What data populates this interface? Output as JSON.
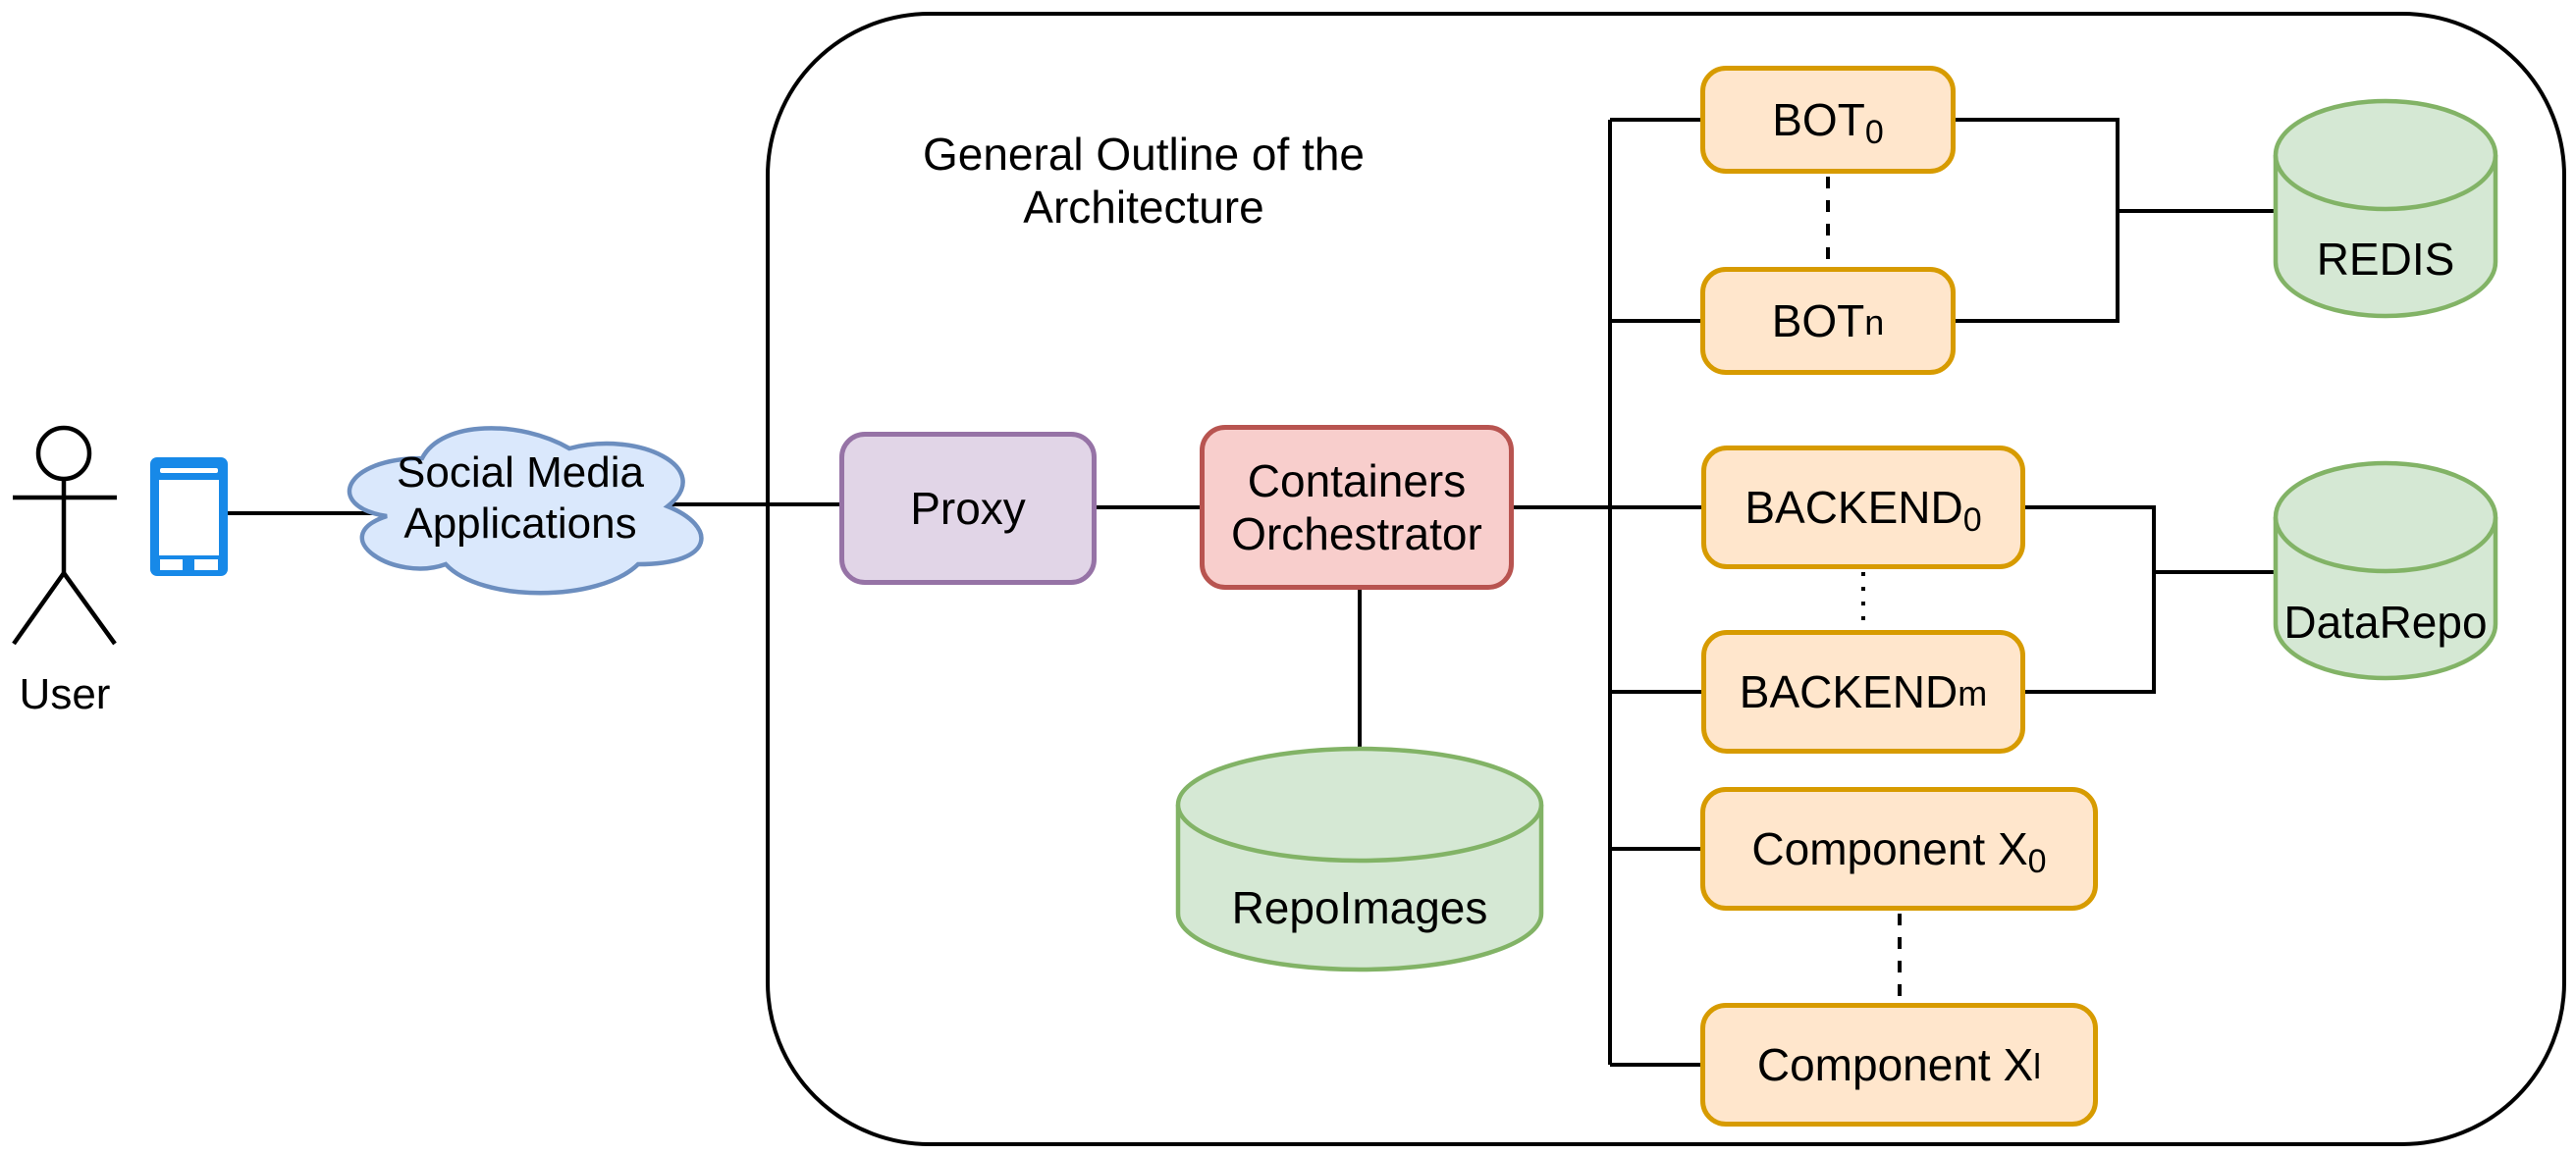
{
  "diagram": {
    "title": {
      "line1": "General Outline of the",
      "line2": "Architecture"
    },
    "user": {
      "label": "User"
    },
    "cloud": {
      "line1": "Social Media",
      "line2": "Applications"
    },
    "nodes": {
      "proxy": {
        "label": "Proxy"
      },
      "orchestrator": {
        "line1": "Containers",
        "line2": "Orchestrator"
      },
      "bot_first": {
        "label": "BOT",
        "sub": "0"
      },
      "bot_last": {
        "label": "BOT",
        "sub": "n"
      },
      "backend_first": {
        "label": "BACKEND",
        "sub": "0"
      },
      "backend_last": {
        "label": "BACKEND",
        "sub": "m"
      },
      "component_first": {
        "label": "Component X",
        "sub": "0"
      },
      "component_last": {
        "label": "Component X",
        "sub": "l"
      }
    },
    "datastores": {
      "redis": {
        "label": "REDIS"
      },
      "datarepo": {
        "label": "DataRepo"
      },
      "repoimages": {
        "label": "RepoImages"
      }
    },
    "colors": {
      "cloud_fill": "#dae8fc",
      "cloud_stroke": "#6c8ebf",
      "proxy_fill": "#e1d5e7",
      "proxy_stroke": "#9673a6",
      "orchestrator_fill": "#f8cecc",
      "orchestrator_stroke": "#b85450",
      "service_fill": "#ffe6cc",
      "service_stroke": "#d79b00",
      "datastore_fill": "#d5e8d4",
      "datastore_stroke": "#82b366",
      "phone_blue": "#1789e8",
      "line_black": "#000000"
    }
  }
}
